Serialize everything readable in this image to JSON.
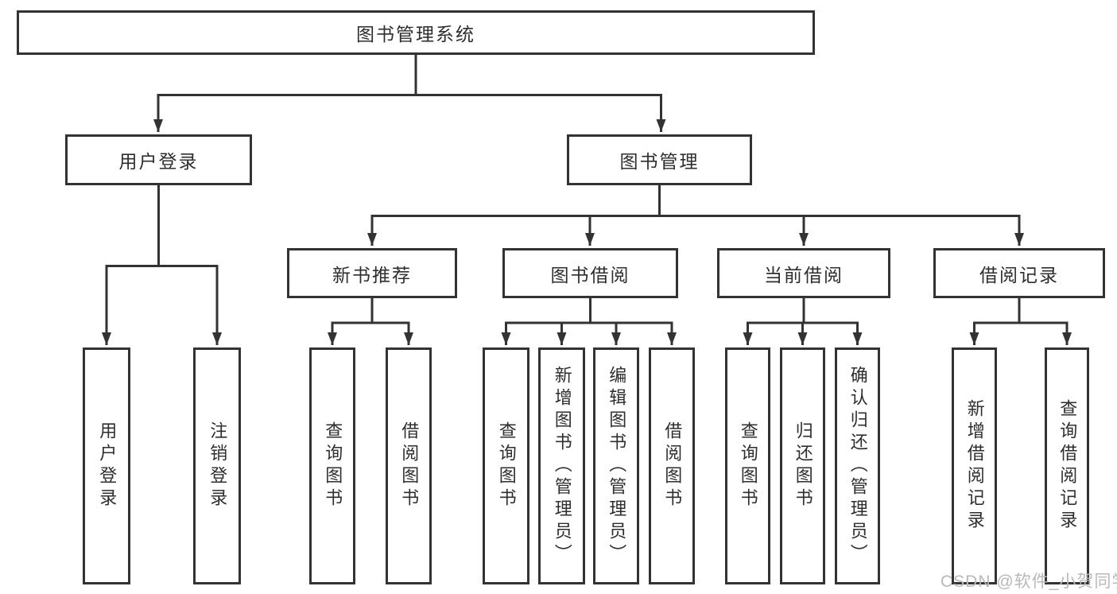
{
  "colors": {
    "line": "#333333",
    "border": "#333333",
    "text": "#2e2e2e",
    "watermark": "#b9b9b9",
    "bg": "#ffffff"
  },
  "tree": {
    "root": {
      "label": "图书管理系统"
    },
    "branches": [
      {
        "label": "用户登录",
        "children": [
          {
            "label": "用户登录"
          },
          {
            "label": "注销登录"
          }
        ]
      },
      {
        "label": "图书管理",
        "children": [
          {
            "label": "新书推荐",
            "children": [
              {
                "label": "查询图书"
              },
              {
                "label": "借阅图书"
              }
            ]
          },
          {
            "label": "图书借阅",
            "children": [
              {
                "label": "查询图书"
              },
              {
                "label": "新增图书（管理员）"
              },
              {
                "label": "编辑图书（管理员）"
              },
              {
                "label": "借阅图书"
              }
            ]
          },
          {
            "label": "当前借阅",
            "children": [
              {
                "label": "查询图书"
              },
              {
                "label": "归还图书"
              },
              {
                "label": "确认归还（管理员）"
              }
            ]
          },
          {
            "label": "借阅记录",
            "children": [
              {
                "label": "新增借阅记录"
              },
              {
                "label": "查询借阅记录"
              }
            ]
          }
        ]
      }
    ]
  },
  "watermark": {
    "text": "CSDN @软件_小贺同学"
  }
}
